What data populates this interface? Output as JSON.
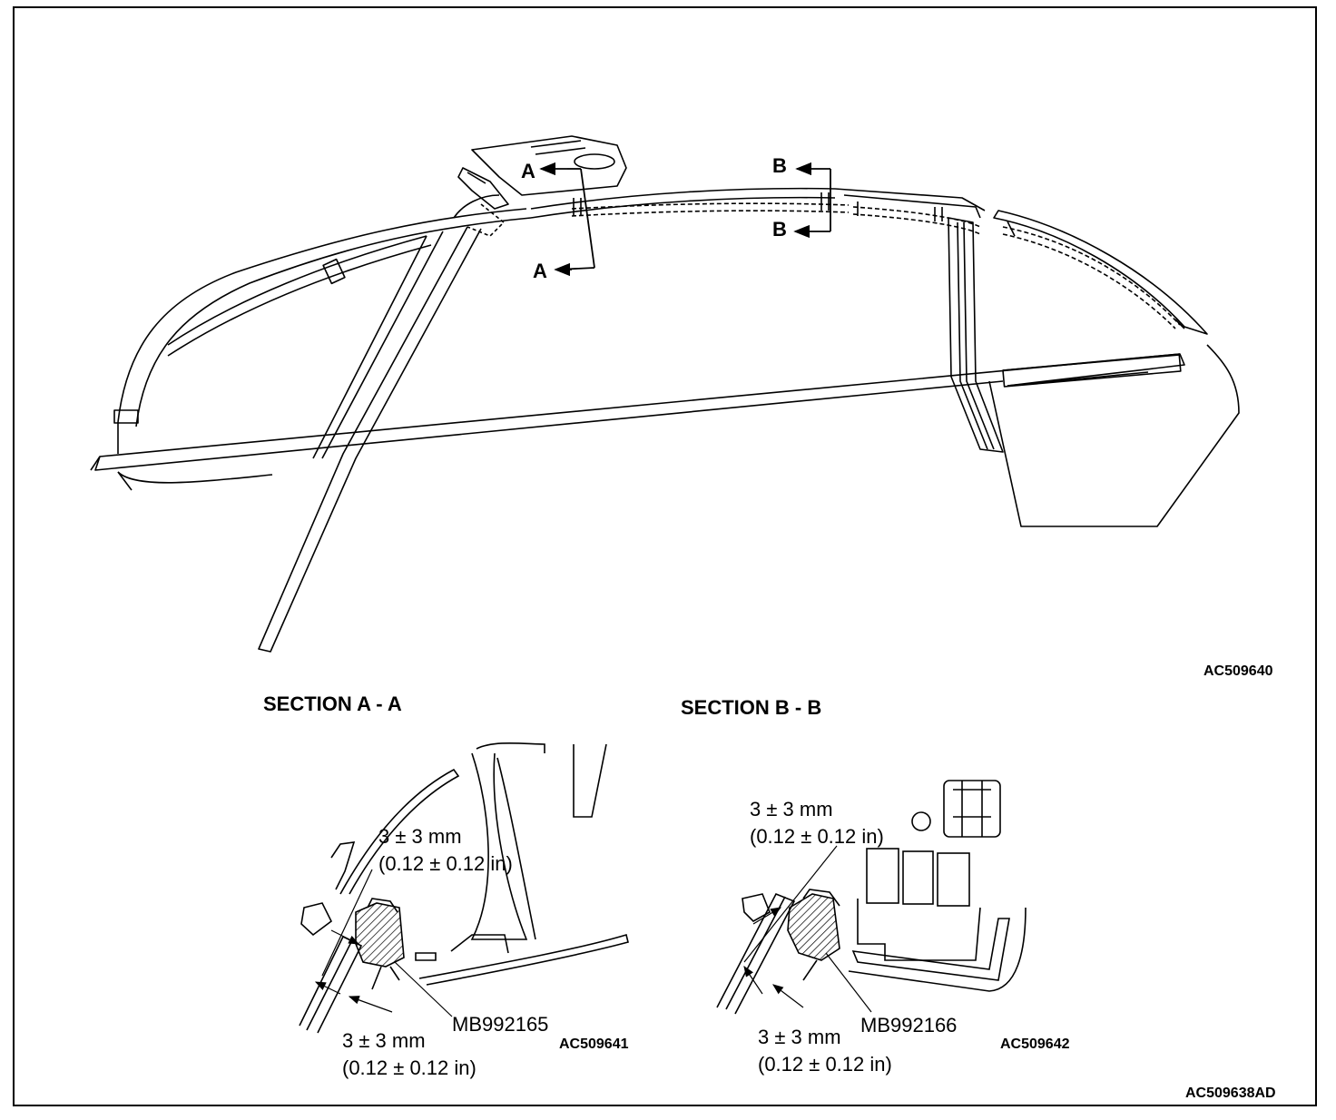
{
  "figure_id": "AC509638AD",
  "main_view": {
    "figure_id": "AC509640",
    "section_markers": {
      "a": "A",
      "b": "B"
    }
  },
  "section_a": {
    "title": "SECTION A - A",
    "figure_id": "AC509641",
    "tool": "MB992165",
    "gap_top_mm": "3 ± 3 mm",
    "gap_top_in": "(0.12 ± 0.12 in)",
    "gap_bottom_mm": "3 ± 3 mm",
    "gap_bottom_in": "(0.12 ± 0.12 in)"
  },
  "section_b": {
    "title": "SECTION B - B",
    "figure_id": "AC509642",
    "tool": "MB992166",
    "gap_top_mm": "3 ± 3 mm",
    "gap_top_in": "(0.12 ± 0.12 in)",
    "gap_bottom_mm": "3 ± 3 mm",
    "gap_bottom_in": "(0.12 ± 0.12 in)"
  }
}
